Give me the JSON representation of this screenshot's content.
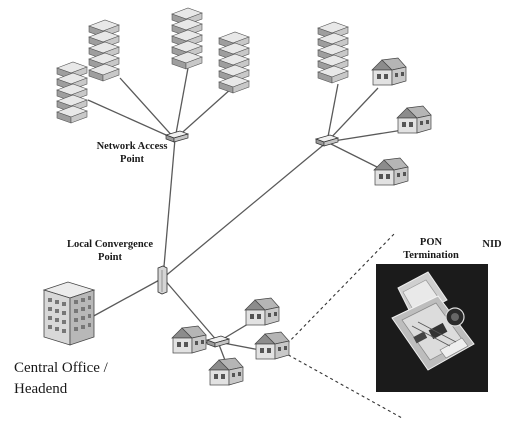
{
  "labels": {
    "network_access_point": "Network Access\nPoint",
    "local_convergence_point": "Local Convergence\nPoint",
    "central_office": "Central Office /\nHeadend",
    "pon_termination": "PON\nTermination",
    "nid": "NID"
  },
  "colors": {
    "cable": "#5a5a5a",
    "server_face": "#bdbdbd",
    "server_top": "#e6e6e6",
    "house_wall": "#d9d9d9",
    "house_roof": "#8c8c8c",
    "inset_bg": "#1b1b1b"
  },
  "icons": {
    "server": "server-rack-icon",
    "house": "house-icon",
    "splitter": "splitter-icon",
    "office": "office-building-icon",
    "nid": "nid-device-icon"
  }
}
